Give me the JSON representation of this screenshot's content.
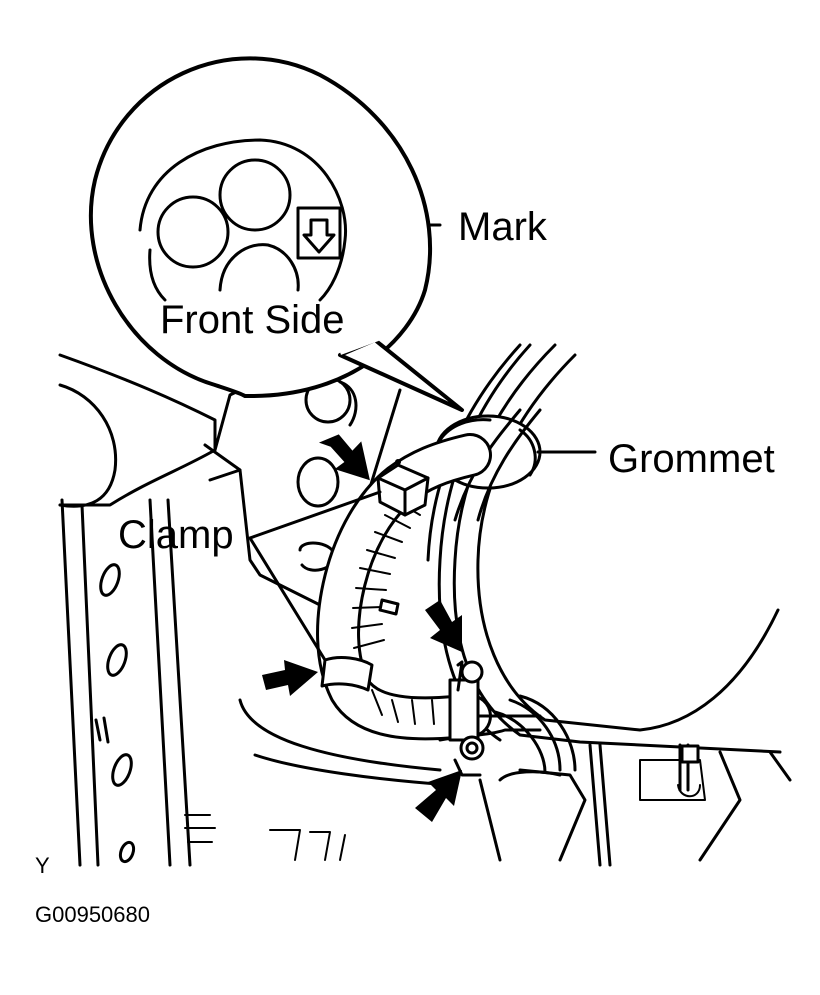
{
  "labels": {
    "mark": "Mark",
    "front_side": "Front Side",
    "grommet": "Grommet",
    "clamp": "Clamp",
    "view_letter": "Y",
    "figure_code": "G00950680"
  },
  "colors": {
    "line": "#000000",
    "background": "#ffffff"
  },
  "icons": {
    "mark_arrow": "down-arrow-icon",
    "pointer_arrows": "black-arrow-icon"
  }
}
